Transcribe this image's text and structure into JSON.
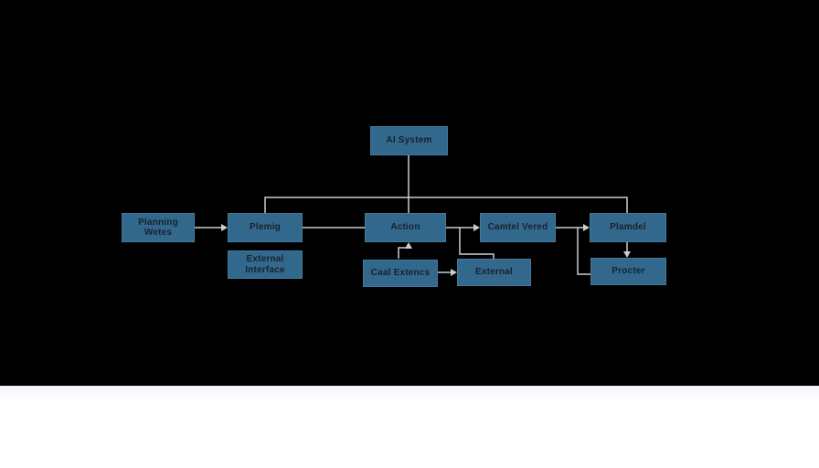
{
  "diagram": {
    "background_color": "#000000",
    "footer_background_color": "#ffffff",
    "node_fill_color": "#33688d",
    "node_border_color": "#44789d",
    "node_text_color": "#16222e",
    "connector_color": "#c9cdd2",
    "nodes": {
      "ai_system": {
        "label": "AI System"
      },
      "planning_wetes": {
        "label": "Planning Wetes"
      },
      "plemig": {
        "label": "Plemig"
      },
      "action": {
        "label": "Action"
      },
      "camtel_vered": {
        "label": "Camtel Vered"
      },
      "plamdel": {
        "label": "Plamdel"
      },
      "external_interface": {
        "label": "External Interface"
      },
      "caal_extencs": {
        "label": "Caal Extencs"
      },
      "external": {
        "label": "External"
      },
      "procter": {
        "label": "Procter"
      }
    },
    "edges": [
      {
        "from": "ai_system",
        "to": "action",
        "arrow": false
      },
      {
        "from": "ai_system",
        "to": "plemig",
        "arrow": false
      },
      {
        "from": "ai_system",
        "to": "plamdel",
        "arrow": false
      },
      {
        "from": "planning_wetes",
        "to": "plemig",
        "arrow": true
      },
      {
        "from": "plemig",
        "to": "action",
        "arrow": false
      },
      {
        "from": "action",
        "to": "camtel_vered",
        "arrow": true
      },
      {
        "from": "action",
        "to": "external",
        "arrow": false
      },
      {
        "from": "caal_extencs",
        "to": "action",
        "arrow": true
      },
      {
        "from": "caal_extencs",
        "to": "external",
        "arrow": true
      },
      {
        "from": "camtel_vered",
        "to": "plamdel",
        "arrow": true
      },
      {
        "from": "camtel_vered",
        "to": "procter",
        "arrow": false
      },
      {
        "from": "plamdel",
        "to": "procter",
        "arrow": true
      }
    ]
  }
}
